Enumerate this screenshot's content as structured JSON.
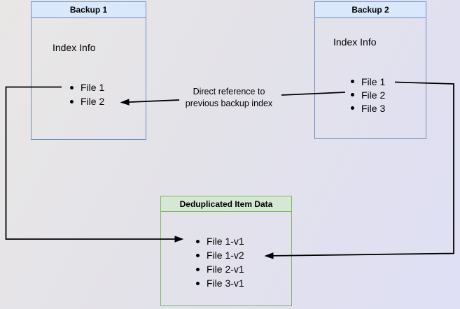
{
  "canvas": {
    "background_gradient_from": "#e9e7e5",
    "background_gradient_to": "#dfdff6"
  },
  "boxes": {
    "backup1": {
      "title": "Backup 1",
      "subtitle": "Index Info",
      "items": [
        "File 1",
        "File 2"
      ],
      "header_fill": "#dae8fc",
      "border_color": "#6c8ebf"
    },
    "backup2": {
      "title": "Backup 2",
      "subtitle": "Index Info",
      "items": [
        "File 1",
        "File 2",
        "File 3"
      ],
      "header_fill": "#dae8fc",
      "border_color": "#6c8ebf"
    },
    "dedup": {
      "title": "Deduplicated Item Data",
      "items": [
        "File 1-v1",
        "File 1-v2",
        "File 2-v1",
        "File 3-v1"
      ],
      "header_fill": "#d5e8d4",
      "border_color": "#82b366"
    }
  },
  "labels": {
    "direct_reference": {
      "line1": "Direct reference to",
      "line2": "previous backup index"
    }
  },
  "connections": [
    {
      "from": "Backup 2 / File 2",
      "to": "Backup 1 / File 2",
      "label": "Direct reference to previous backup index"
    },
    {
      "from": "Backup 1 / File 1",
      "to": "Deduplicated Item Data / File 1-v1",
      "label": ""
    },
    {
      "from": "Backup 2 / File 1",
      "to": "Deduplicated Item Data / File 1-v2",
      "label": ""
    }
  ],
  "arrow_color": "#000000"
}
